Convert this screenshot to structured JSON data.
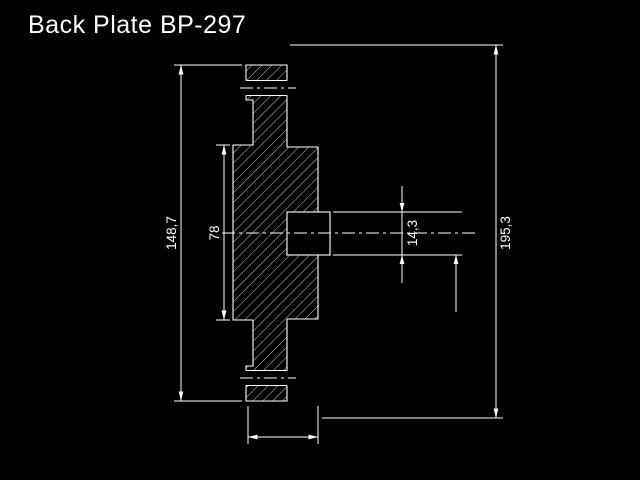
{
  "title": "Back Plate BP-297",
  "drawing": {
    "part_name": "back-plate-cross-section",
    "dimensions": {
      "plate_height": "148,7",
      "boss_height": "78",
      "bore_height": "14,3",
      "overall_height": "195,3"
    }
  },
  "colors": {
    "background": "#000000",
    "line": "#ffffff"
  }
}
